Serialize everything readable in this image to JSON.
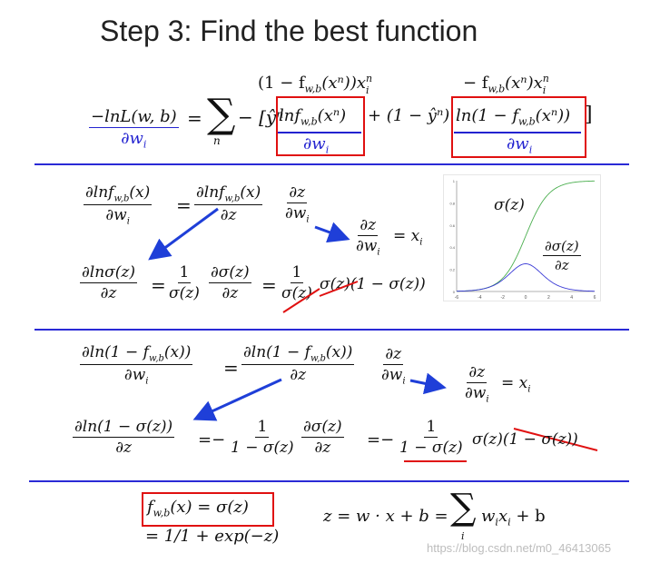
{
  "title": "Step 3: Find the best function",
  "eq1": {
    "lhs_num": "−lnL(w, b)",
    "lhs_den": "∂w",
    "lhs_den_sub": "i",
    "equals": "=",
    "sum": "∑",
    "sum_sub": "n",
    "minus_bracket": "− [ŷⁿ",
    "term1": "lnf",
    "term1_sub": "w,b",
    "term1_arg": "(xⁿ)",
    "mid": "+ (1 − ŷⁿ)",
    "term2": "ln(1 − f",
    "term2_sub": "w,b",
    "term2_arg": "(xⁿ))",
    "close": "]",
    "box_den": "∂w",
    "box_den_sub": "i",
    "above1": "(1 − f",
    "above1_sub": "w,b",
    "above1_rest": "(xⁿ))x",
    "above1_sup": "n",
    "above1_isub": "i",
    "above2": "− f",
    "above2_sub": "w,b",
    "above2_rest": "(xⁿ)x",
    "above2_sup": "n",
    "above2_isub": "i"
  },
  "sec2": {
    "l1_num": "∂lnf",
    "l1_num_sub": "w,b",
    "l1_num_rest": "(x)",
    "l1_den": "∂w",
    "l1_den_sub": "i",
    "eq": "=",
    "r1_num": "∂lnf",
    "r1_num_sub": "w,b",
    "r1_num_rest": "(x)",
    "r1_den": "∂z",
    "r2_num": "∂z",
    "r2_den": "∂w",
    "r2_den_sub": "i",
    "dz_num": "∂z",
    "dz_den": "∂w",
    "dz_den_sub": "i",
    "dz_rhs": "= x",
    "dz_rhs_sub": "i",
    "l2_num": "∂lnσ(z)",
    "l2_den": "∂z",
    "one": "1",
    "sigz": "σ(z)",
    "dsig_num": "∂σ(z)",
    "dsig_den": "∂z",
    "one2": "1",
    "sigz2": "σ(z)",
    "tail": "σ(z)(1 − σ(z))"
  },
  "plot": {
    "sigma_label": "σ(z)",
    "deriv_num": "∂σ(z)",
    "deriv_den": "∂z",
    "x_ticks": [
      "-6",
      "-4",
      "-2",
      "0",
      "2",
      "4",
      "6"
    ],
    "y_ticks": [
      "1",
      "0.8",
      "0.6",
      "0.4",
      "0.2",
      "0"
    ],
    "color_sigma": "#4caf50",
    "color_deriv": "#3b3bd6"
  },
  "sec3": {
    "l1_num": "∂ln(1 − f",
    "l1_num_sub": "w,b",
    "l1_num_rest": "(x))",
    "l1_den": "∂w",
    "l1_den_sub": "i",
    "r1_num": "∂ln(1 − f",
    "r1_num_sub": "w,b",
    "r1_num_rest": "(x))",
    "r1_den": "∂z",
    "r2_num": "∂z",
    "r2_den": "∂w",
    "r2_den_sub": "i",
    "dz_num": "∂z",
    "dz_den": "∂w",
    "dz_den_sub": "i",
    "dz_rhs": "= x",
    "dz_rhs_sub": "i",
    "l2_num": "∂ln(1 − σ(z))",
    "l2_den": "∂z",
    "eqneg": "=−",
    "one": "1",
    "den1": "1 − σ(z)",
    "dsig_num": "∂σ(z)",
    "dsig_den": "∂z",
    "eqneg2": "=−",
    "one2": "1",
    "den2": "1 − σ(z)",
    "tail": "σ(z)(1 − σ(z))"
  },
  "sec4": {
    "fdef": "f",
    "fdef_sub": "w,b",
    "fdef_rest": "(x) = σ(z)",
    "fdef2": "= 1/1 + exp(−z)",
    "zdef": "z = w · x + b =",
    "sum": "∑",
    "sum_sub": "i",
    "zdef_rest": "w",
    "zdef_rest_sub": "i",
    "zdef_x": "x",
    "zdef_x_sub": "i",
    "zdef_end": "+ b"
  },
  "watermark": "https://blog.csdn.net/m0_46413065",
  "colors": {
    "blue_rule": "#2a2ad6",
    "red_box": "#e01010",
    "arrow": "#1f3fd8",
    "strike": "#e01010"
  }
}
